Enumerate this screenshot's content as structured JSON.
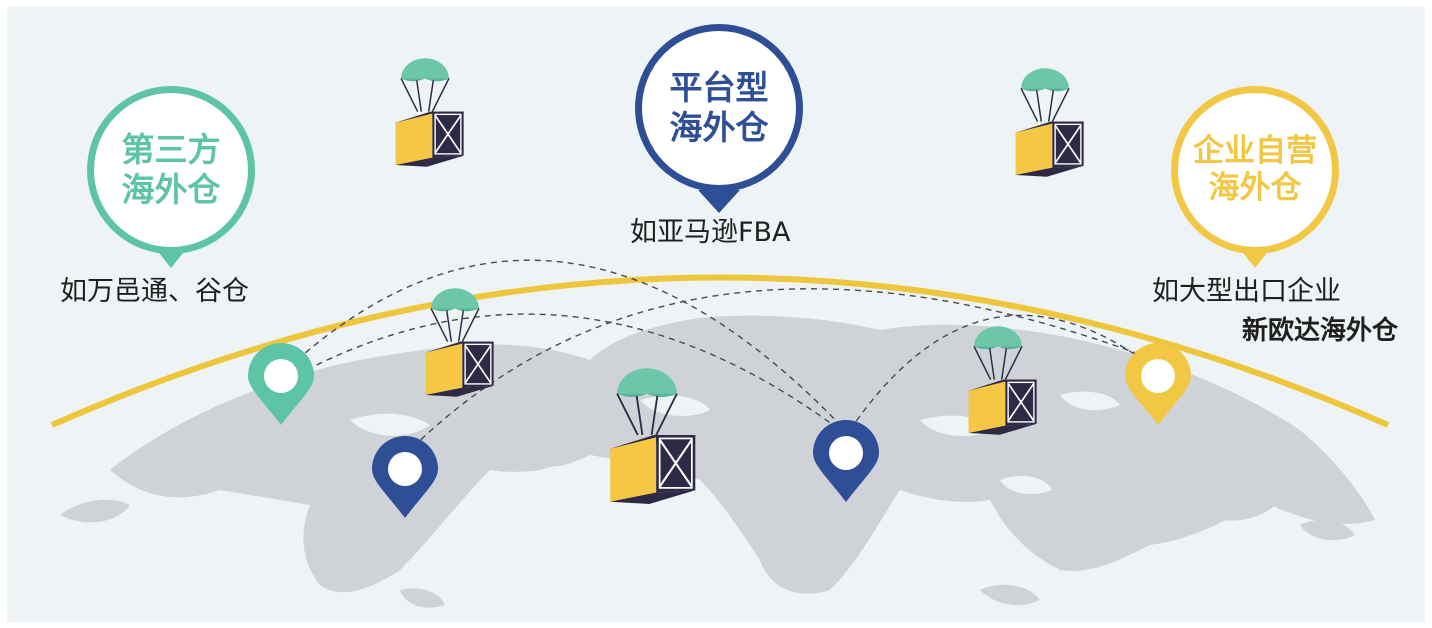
{
  "categories": [
    {
      "id": "third-party",
      "title_line1": "第三方",
      "title_line2": "海外仓",
      "example_line1": "如万邑通、谷仓",
      "example_line2": "",
      "color": "#5ec4a6"
    },
    {
      "id": "platform",
      "title_line1": "平台型",
      "title_line2": "海外仓",
      "example_line1": "如亚马逊FBA",
      "example_line2": "",
      "color": "#2e4f96"
    },
    {
      "id": "enterprise",
      "title_line1": "企业自营",
      "title_line2": "海外仓",
      "example_line1": "如大型出口企业",
      "example_line2": "新欧达海外仓",
      "color": "#f2c744"
    }
  ],
  "colors": {
    "background": "#eef3f5",
    "map_land": "#cfd3d8",
    "arc": "#eec63c",
    "route": "#4a4a4a",
    "parachute": "#6cc7a8",
    "box_front": "#f6c744",
    "box_side": "#2e2a46"
  },
  "icons": [
    "parachute-box-icon",
    "map-pin-icon",
    "world-map"
  ]
}
